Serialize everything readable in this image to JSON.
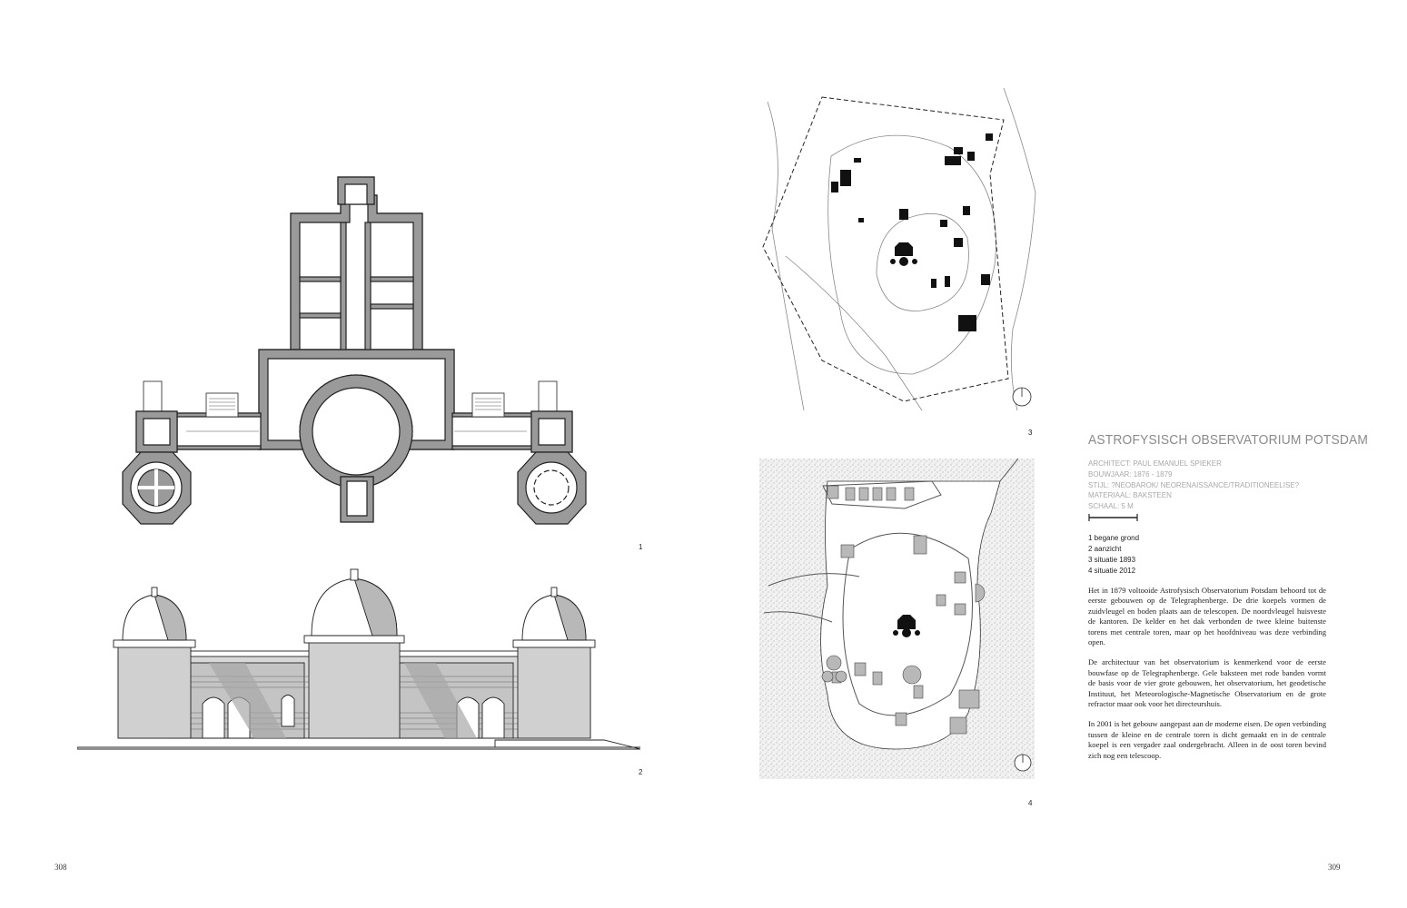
{
  "figure_numbers": {
    "fig1": "1",
    "fig2": "2",
    "fig3": "3",
    "fig4": "4"
  },
  "page_numbers": {
    "left": "308",
    "right": "309"
  },
  "title": "ASTROFYSISCH OBSERVATORIUM POTSDAM",
  "meta": {
    "architect": "ARCHITECT: PAUL EMANUEL SPIEKER",
    "year": "BOUWJAAR: 1876 - 1879",
    "style": "STIJL: ?NEOBAROK/ NEORENAISSANCE/TRADITIONEELISE?",
    "material": "MATERIAAL: BAKSTEEN",
    "scale": "SCHAAL: 5 M"
  },
  "legend": [
    "1 begane grond",
    "2 aanzicht",
    "3 situatie 1893",
    "4 situatie 2012"
  ],
  "paragraphs": [
    "Het in 1879 voltooide Astrofysisch Observatorium Potsdam behoord tot de eerste gebouwen op de Telegraphenberge. De drie koepels vormen de zuidvleugel en boden plaats aan de telescopen. De noordvleugel huisveste de kantoren. De kelder en het dak verbonden de twee kleine buitenste torens met centrale toren, maar op het hoofdniveau was deze verbinding open.",
    "De architectuur van het observatorium is kenmerkend voor de eerste bouwfase op de Telegraphenberge. Gele baksteen met rode banden vormt de basis voor de vier grote gebouwen, het observatorium, het geodetische Instituut, het Meteorologische-Magnetische Observatorium en de grote refractor maar ook voor het directeurshuis.",
    "In 2001 is het gebouw aangepast aan de moderne eisen. De open verbinding tussen de kleine en de centrale toren is dicht gemaakt en in de centrale koepel is een vergader zaal ondergebracht. Alleen in de oost toren bevind zich nog een telescoop."
  ],
  "colors": {
    "ink": "#222222",
    "wall_fill": "#9a9a9a",
    "muted_text": "#8a8a8a",
    "shade": "#b8b8b8"
  }
}
